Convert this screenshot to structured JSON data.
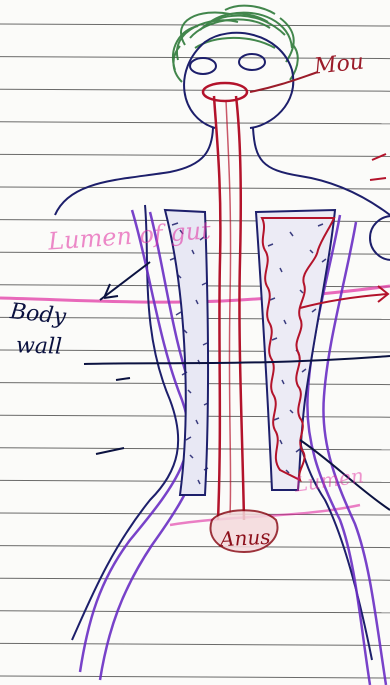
{
  "labels": {
    "mouth": "Mou",
    "body": "Body",
    "wall": "wall",
    "anus": "Anus",
    "magenta_top": "Lumen of gut",
    "magenta_bottom": "Lumen"
  },
  "colors": {
    "paper": "#fbfbf9",
    "rule_lines": "#3a3a3a",
    "ink_blue": "#1d1f6b",
    "ink_red": "#b3132b",
    "ink_magenta": "#e02ba0",
    "ink_purple": "#6a2fc4",
    "hair_green": "#2f7a3a"
  }
}
